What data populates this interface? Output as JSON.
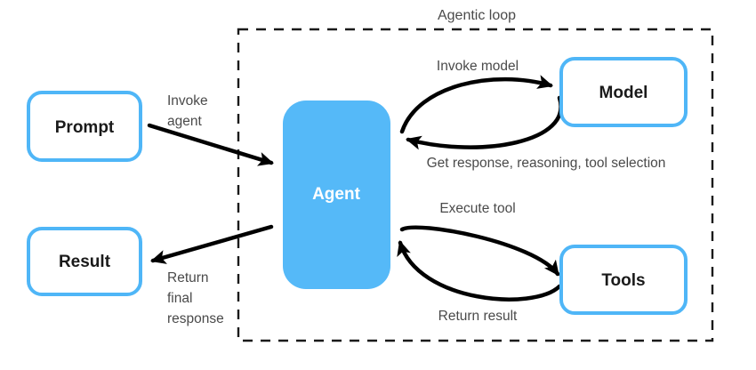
{
  "diagram": {
    "title": "Agentic loop",
    "colors": {
      "accent_blue": "#4FB6F7",
      "agent_fill": "#55B9F8",
      "box_fill": "#FFFFFF",
      "arrow": "#000000",
      "label_text": "#4A4A4A",
      "node_text": "#1A1A1A",
      "agent_text": "#FFFFFF",
      "dashed_border": "#1A1A1A"
    },
    "nodes": {
      "prompt": {
        "label": "Prompt"
      },
      "result": {
        "label": "Result"
      },
      "agent": {
        "label": "Agent"
      },
      "model": {
        "label": "Model"
      },
      "tools": {
        "label": "Tools"
      }
    },
    "edges": {
      "invoke_agent": {
        "line1": "Invoke",
        "line2": "agent"
      },
      "return_final_response": {
        "line1": "Return",
        "line2": "final",
        "line3": "response"
      },
      "invoke_model": {
        "label": "Invoke model"
      },
      "get_response": {
        "label": "Get response, reasoning, tool selection"
      },
      "execute_tool": {
        "label": "Execute tool"
      },
      "return_result": {
        "label": "Return result"
      }
    }
  }
}
